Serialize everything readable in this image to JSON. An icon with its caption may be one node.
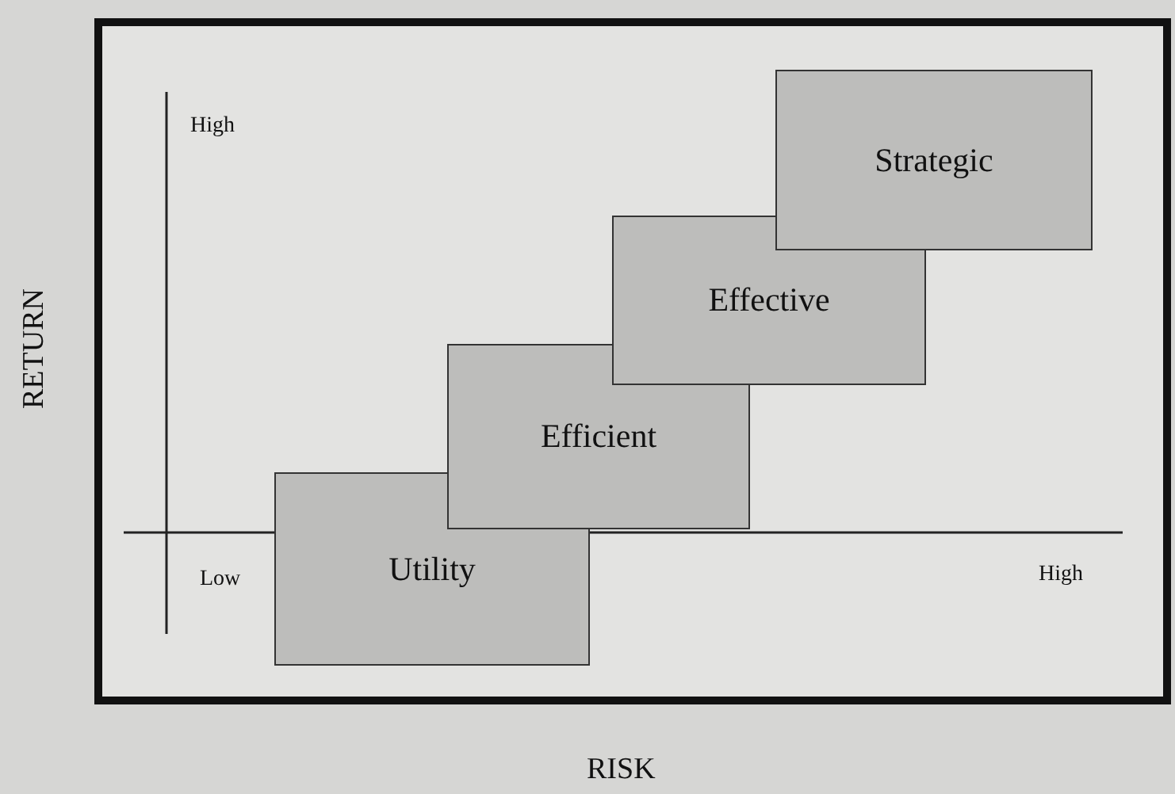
{
  "diagram": {
    "nodes": [
      {
        "text": [
          "Utility"
        ]
      },
      {
        "text": [
          "Efficient"
        ]
      },
      {
        "text": [
          "Effective"
        ]
      },
      {
        "text": [
          "Strategic"
        ]
      }
    ],
    "labels": [
      "High",
      "Low",
      "High",
      "RETURN",
      "RISK"
    ]
  }
}
